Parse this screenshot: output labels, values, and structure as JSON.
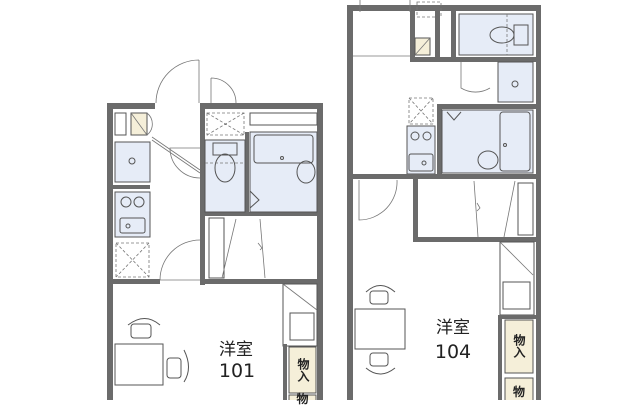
{
  "units": [
    {
      "room_type": "洋室",
      "number": "101",
      "closet_label_1": "物入",
      "closet_label_2": "物"
    },
    {
      "room_type": "洋室",
      "number": "104",
      "closet_label_1": "物入",
      "closet_label_2": "物"
    }
  ],
  "colors": {
    "wall": "#6b6b6b",
    "wet_area": "#e6ecf7",
    "storage": "#f5efd9"
  }
}
